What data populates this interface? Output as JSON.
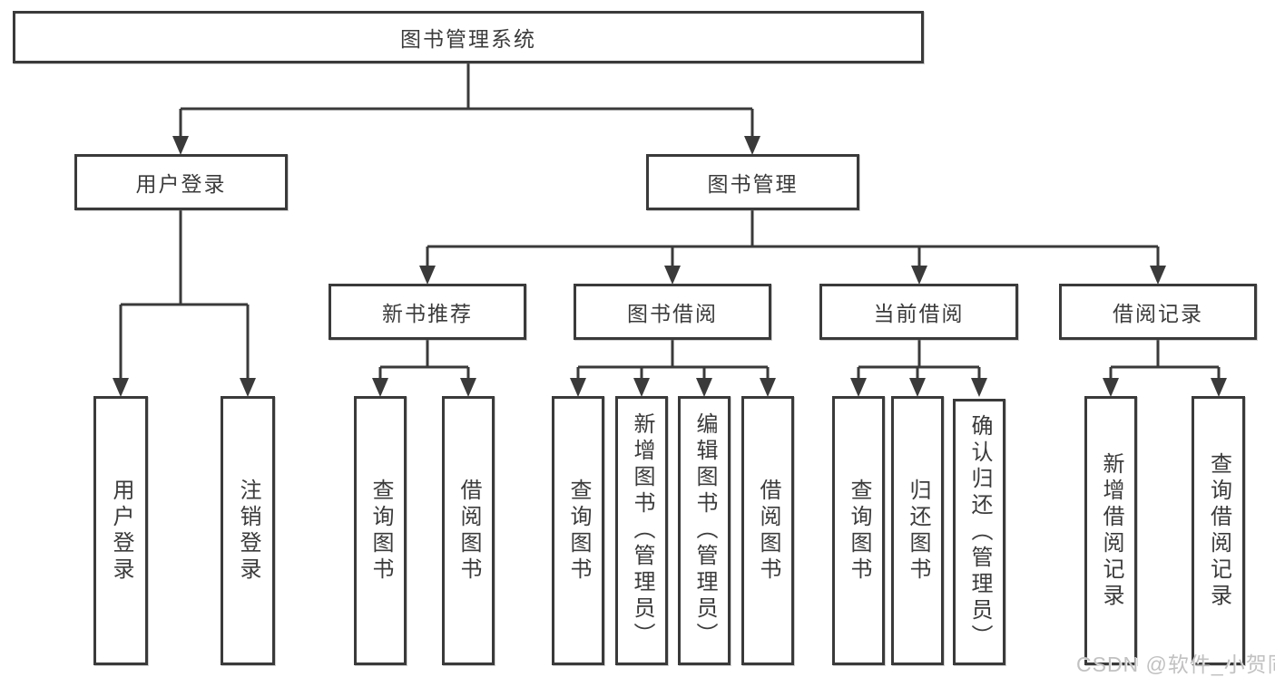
{
  "diagram": {
    "root": {
      "label": "图书管理系统"
    },
    "branches": [
      {
        "label": "用户登录",
        "children": [
          {
            "label": "用户登录"
          },
          {
            "label": "注销登录"
          }
        ]
      },
      {
        "label": "图书管理",
        "children": [
          {
            "label": "新书推荐",
            "children": [
              {
                "label": "查询图书"
              },
              {
                "label": "借阅图书"
              }
            ]
          },
          {
            "label": "图书借阅",
            "children": [
              {
                "label": "查询图书"
              },
              {
                "label": "新增图书（管理员）"
              },
              {
                "label": "编辑图书（管理员）"
              },
              {
                "label": "借阅图书"
              }
            ]
          },
          {
            "label": "当前借阅",
            "children": [
              {
                "label": "查询图书"
              },
              {
                "label": "归还图书"
              },
              {
                "label": "确认归还（管理员）"
              }
            ]
          },
          {
            "label": "借阅记录",
            "children": [
              {
                "label": "新增借阅记录"
              },
              {
                "label": "查询借阅记录"
              }
            ]
          }
        ]
      }
    ]
  },
  "watermark": {
    "text": "CSDN @软件_小贺同学",
    "color": "#c2c1c1"
  },
  "colors": {
    "line": "#3a3a3a",
    "text": "#3b3b3b",
    "background": "#ffffff"
  }
}
